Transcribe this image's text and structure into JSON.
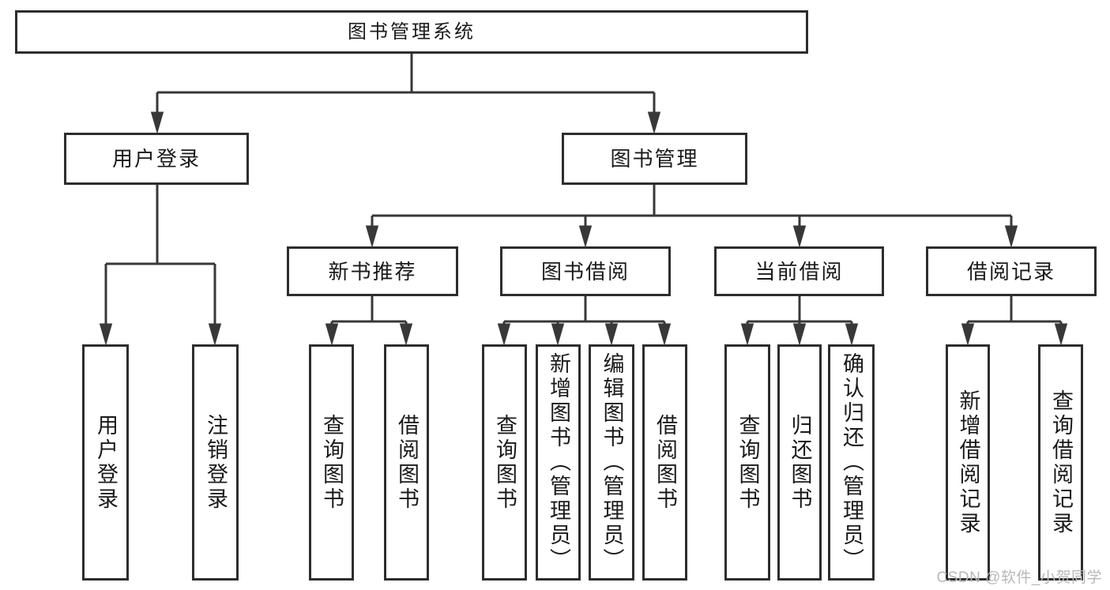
{
  "diagram_title": "图书管理系统",
  "nodes": {
    "root": "图书管理系统",
    "user_login": "用户登录",
    "book_management": "图书管理",
    "new_book_recommend": "新书推荐",
    "book_borrowing": "图书借阅",
    "current_borrowing": "当前借阅",
    "borrowing_records": "借阅记录"
  },
  "leaves": [
    {
      "label": "用户登录"
    },
    {
      "label": "注销登录"
    },
    {
      "label": "查询图书"
    },
    {
      "label": "借阅图书"
    },
    {
      "label": "查询图书"
    },
    {
      "label": "新增图书（管理员）"
    },
    {
      "label": "编辑图书（管理员）"
    },
    {
      "label": "借阅图书"
    },
    {
      "label": "查询图书"
    },
    {
      "label": "归还图书"
    },
    {
      "label": "确认归还（管理员）"
    },
    {
      "label": "新增借阅记录"
    },
    {
      "label": "查询借阅记录"
    }
  ],
  "watermark": "CSDN @软件_小贺同学",
  "colors": {
    "line": "#383838",
    "box_border": "#2d2d2d",
    "text": "#1a1a1a",
    "watermark": "#b8b8b8",
    "background": "#ffffff"
  }
}
